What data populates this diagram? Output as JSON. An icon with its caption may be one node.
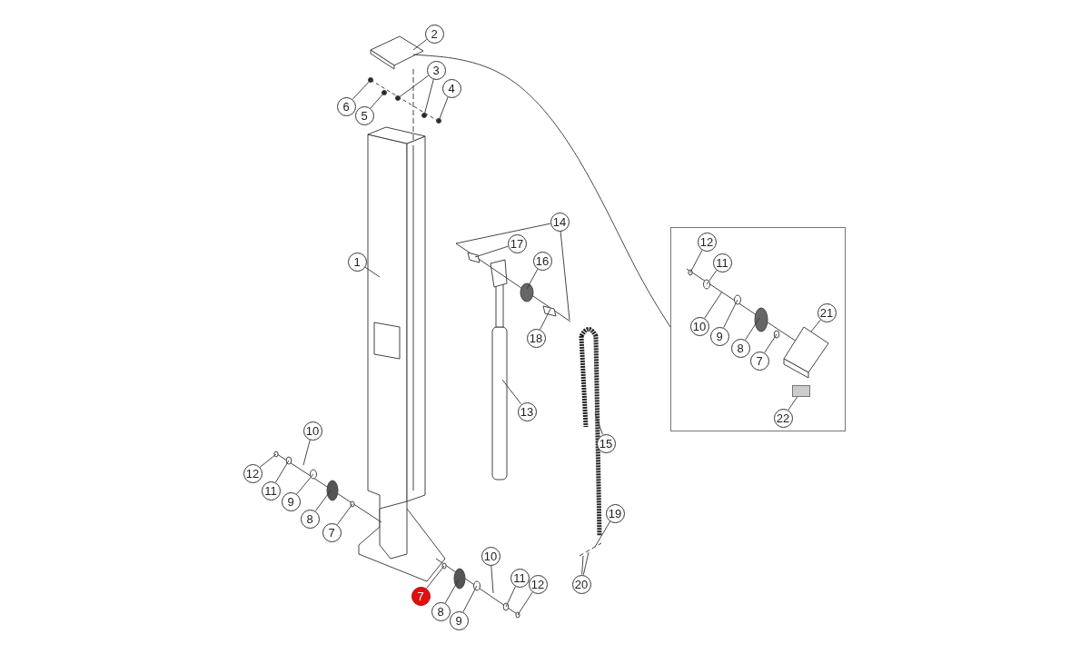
{
  "diagram": {
    "nodes": [
      {
        "text": [
          "1"
        ]
      },
      {
        "text": [
          "2"
        ]
      },
      {
        "text": [
          "3"
        ]
      },
      {
        "text": [
          "4"
        ]
      },
      {
        "text": [
          "5"
        ]
      },
      {
        "text": [
          "6"
        ]
      },
      {
        "text": [
          "14"
        ]
      },
      {
        "text": [
          "17"
        ]
      },
      {
        "text": [
          "16"
        ]
      },
      {
        "text": [
          "18"
        ]
      },
      {
        "text": [
          "13"
        ]
      },
      {
        "text": [
          "15"
        ]
      },
      {
        "text": [
          "10"
        ]
      },
      {
        "text": [
          "12"
        ]
      },
      {
        "text": [
          "11"
        ]
      },
      {
        "text": [
          "9"
        ]
      },
      {
        "text": [
          "8"
        ]
      },
      {
        "text": [
          "7"
        ]
      },
      {
        "text": [
          "19"
        ]
      },
      {
        "text": [
          "20"
        ]
      },
      {
        "text": [
          "7"
        ]
      },
      {
        "text": [
          "8"
        ]
      },
      {
        "text": [
          "9"
        ]
      },
      {
        "text": [
          "10"
        ]
      },
      {
        "text": [
          "11"
        ]
      },
      {
        "text": [
          "12"
        ]
      },
      {
        "text": [],
        "shape": "box"
      },
      {
        "text": [
          "12"
        ],
        "in": 26
      },
      {
        "text": [
          "11"
        ],
        "in": 26
      },
      {
        "text": [
          "10"
        ],
        "in": 26
      },
      {
        "text": [
          "9"
        ],
        "in": 26
      },
      {
        "text": [
          "8"
        ],
        "in": 26
      },
      {
        "text": [
          "7"
        ],
        "in": 26
      },
      {
        "text": [
          "21"
        ],
        "in": 26
      },
      {
        "text": [
          "22"
        ],
        "in": 26
      },
      {
        "text": [],
        "shape": "box",
        "in": 26
      }
    ],
    "edges": [
      {
        "from": 0,
        "to": null,
        "arrow": "none"
      },
      {
        "from": 1,
        "to": null,
        "arrow": "none"
      },
      {
        "from": 2,
        "to": null,
        "arrow": "none"
      },
      {
        "from": 2,
        "to": null,
        "arrow": "none"
      },
      {
        "from": 3,
        "to": null,
        "arrow": "none"
      },
      {
        "from": 4,
        "to": null,
        "arrow": "none"
      },
      {
        "from": 5,
        "to": null,
        "arrow": "none"
      },
      {
        "from": 6,
        "to": null,
        "arrow": "none"
      },
      {
        "from": 6,
        "to": null,
        "arrow": "none"
      },
      {
        "from": 7,
        "to": null,
        "arrow": "none"
      },
      {
        "from": 8,
        "to": null,
        "arrow": "none"
      },
      {
        "from": 9,
        "to": null,
        "arrow": "none"
      },
      {
        "from": 10,
        "to": null,
        "arrow": "none"
      },
      {
        "from": 11,
        "to": null,
        "arrow": "none"
      },
      {
        "from": 12,
        "to": null,
        "arrow": "none"
      },
      {
        "from": 13,
        "to": null,
        "arrow": "none"
      },
      {
        "from": 14,
        "to": null,
        "arrow": "none"
      },
      {
        "from": 15,
        "to": null,
        "arrow": "none"
      },
      {
        "from": 16,
        "to": null,
        "arrow": "none"
      },
      {
        "from": 17,
        "to": null,
        "arrow": "none"
      },
      {
        "from": 18,
        "to": null,
        "arrow": "none"
      },
      {
        "from": 19,
        "to": null,
        "arrow": "none"
      },
      {
        "from": 19,
        "to": null,
        "arrow": "none"
      },
      {
        "from": 20,
        "to": null,
        "arrow": "none"
      },
      {
        "from": 21,
        "to": null,
        "arrow": "none"
      },
      {
        "from": 22,
        "to": null,
        "arrow": "none"
      },
      {
        "from": 23,
        "to": null,
        "arrow": "none"
      },
      {
        "from": 24,
        "to": null,
        "arrow": "none"
      },
      {
        "from": 25,
        "to": null,
        "arrow": "none"
      },
      {
        "from": null,
        "to": 26,
        "arrow": "none"
      },
      {
        "from": 27,
        "to": null,
        "arrow": "none"
      },
      {
        "from": 28,
        "to": null,
        "arrow": "none"
      },
      {
        "from": 29,
        "to": null,
        "arrow": "none"
      },
      {
        "from": 30,
        "to": null,
        "arrow": "none"
      },
      {
        "from": 31,
        "to": null,
        "arrow": "none"
      },
      {
        "from": 32,
        "to": null,
        "arrow": "none"
      },
      {
        "from": 33,
        "to": null,
        "arrow": "none"
      },
      {
        "from": 34,
        "to": 35,
        "arrow": "none"
      }
    ]
  }
}
